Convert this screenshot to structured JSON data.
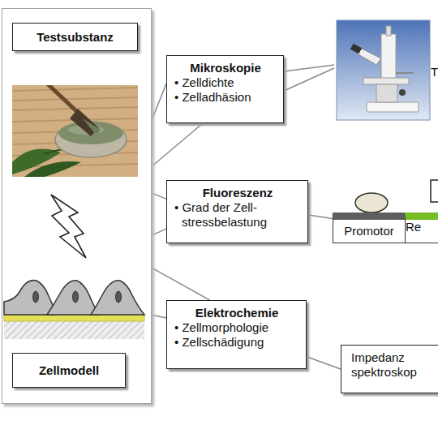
{
  "diagram": {
    "nodes": [
      {
        "text": []
      },
      {
        "text": [
          "Testsubstanz"
        ],
        "in": 0
      },
      {
        "text": [
          "Zellmodell"
        ],
        "in": 0
      },
      {
        "text": [
          "Mikroskopie",
          "• Zelldichte",
          "• Zelladhäsion"
        ]
      },
      {
        "text": [
          "Fluoreszenz",
          "• Grad der Zell- stressbelastung"
        ]
      },
      {
        "text": [
          "Promotor"
        ]
      },
      {
        "text": [
          "Re"
        ]
      },
      {
        "text": [
          "Elektrochemie",
          "• Zellmorphologie",
          "• Zellschädigung"
        ]
      },
      {
        "text": [
          "Impedanz spektroskop"
        ]
      }
    ],
    "edges": [
      {
        "from": 0,
        "to": 3,
        "arrow": "none"
      },
      {
        "from": 0,
        "to": 3,
        "arrow": "none"
      },
      {
        "from": 0,
        "to": 4,
        "arrow": "none"
      },
      {
        "from": 0,
        "to": 4,
        "arrow": "none"
      },
      {
        "from": 0,
        "to": 7,
        "arrow": "none"
      },
      {
        "from": 0,
        "to": 7,
        "arrow": "none"
      },
      {
        "from": 4,
        "to": 5,
        "arrow": "none"
      },
      {
        "from": 7,
        "to": 8,
        "arrow": "none"
      }
    ],
    "labels": [
      "T"
    ]
  }
}
